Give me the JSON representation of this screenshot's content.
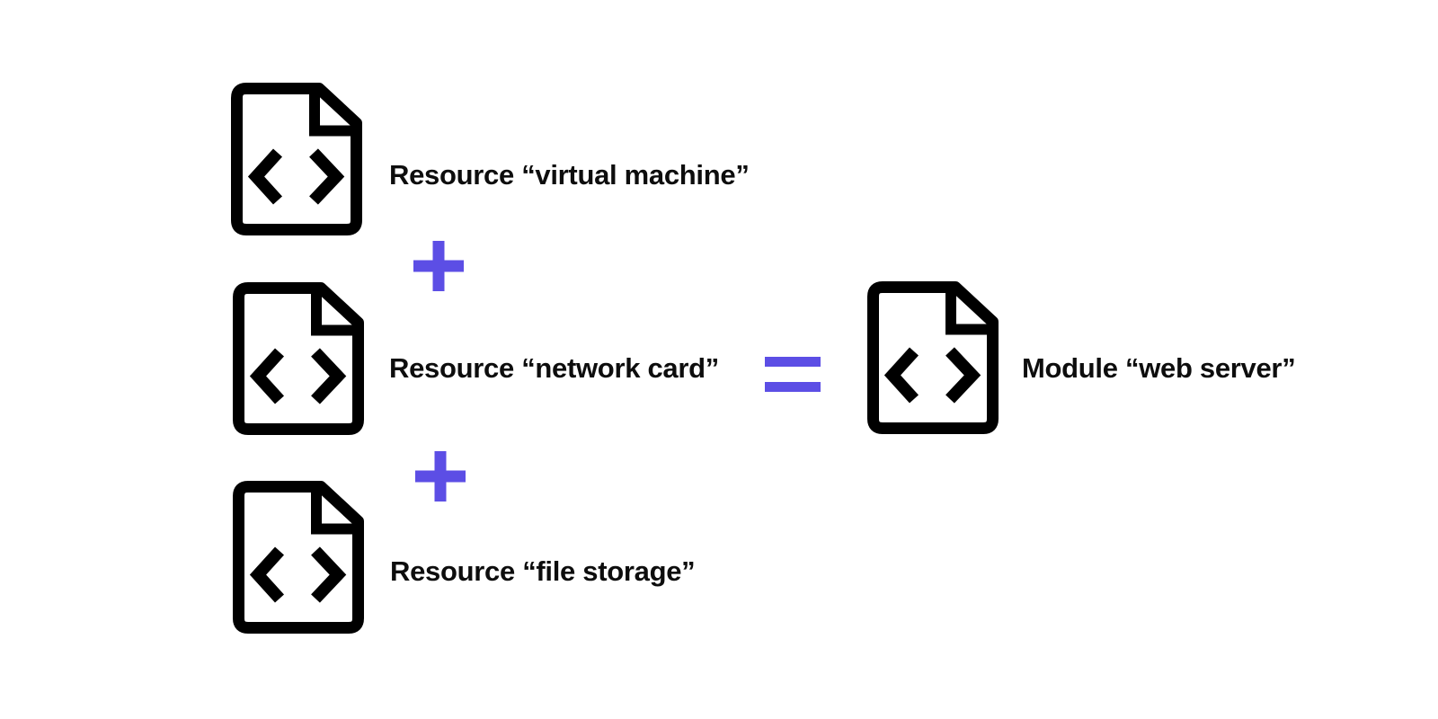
{
  "diagram": {
    "colors": {
      "background": "#ffffff",
      "accent": "#5c4ee5",
      "ink": "#000000",
      "text": "#0d0d0d"
    },
    "resources": [
      {
        "icon": "code-file-icon",
        "label": "Resource “virtual machine”"
      },
      {
        "icon": "code-file-icon",
        "label": "Resource “network card”"
      },
      {
        "icon": "code-file-icon",
        "label": "Resource “file storage”"
      }
    ],
    "operators": [
      {
        "name": "plus-icon",
        "glyph": "+"
      },
      {
        "name": "plus-icon",
        "glyph": "+"
      },
      {
        "name": "equals-icon",
        "glyph": "="
      }
    ],
    "result": {
      "icon": "code-file-icon",
      "label": "Module “web server”"
    }
  }
}
